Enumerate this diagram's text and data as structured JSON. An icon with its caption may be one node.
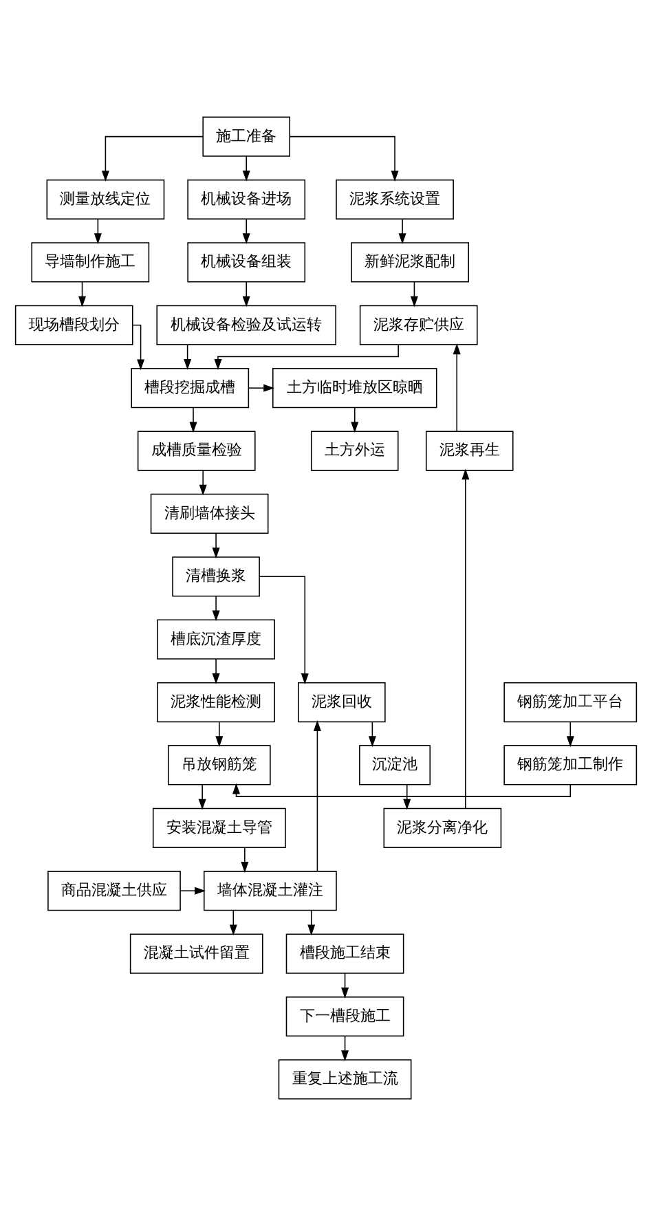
{
  "diagram": {
    "nodes": [
      {
        "text": [
          "施工准备"
        ]
      },
      {
        "text": [
          "机械设备进场"
        ]
      },
      {
        "text": [
          "测量放线定位"
        ]
      },
      {
        "text": [
          "泥浆系统设置"
        ]
      },
      {
        "text": [
          "机械设备组装"
        ]
      },
      {
        "text": [
          "导墙制作施工"
        ]
      },
      {
        "text": [
          "新鲜泥浆配制"
        ]
      },
      {
        "text": [
          "机械设备检验及试运转"
        ]
      },
      {
        "text": [
          "现场槽段划分"
        ]
      },
      {
        "text": [
          "泥浆存贮供应"
        ]
      },
      {
        "text": [
          "槽段挖掘成槽"
        ]
      },
      {
        "text": [
          "土方临时堆放区晾晒"
        ]
      },
      {
        "text": [
          "成槽质量检验"
        ]
      },
      {
        "text": [
          "土方外运"
        ]
      },
      {
        "text": [
          "清刷墙体接头"
        ]
      },
      {
        "text": [
          "清槽换浆"
        ]
      },
      {
        "text": [
          "泥浆再生"
        ]
      },
      {
        "text": [
          "泥浆分离净化"
        ]
      },
      {
        "text": [
          "槽底沉渣厚度"
        ]
      },
      {
        "text": [
          "沉淀池"
        ]
      },
      {
        "text": [
          "钢筋笼加工平台"
        ]
      },
      {
        "text": [
          "泥浆性能检测"
        ]
      },
      {
        "text": [
          "泥浆回收"
        ]
      },
      {
        "text": [
          "钢筋笼加工制作"
        ]
      },
      {
        "text": [
          "吊放钢筋笼"
        ]
      },
      {
        "text": [
          "安装混凝土导管"
        ]
      },
      {
        "text": [
          "商品混凝土供应"
        ]
      },
      {
        "text": [
          "墙体混凝土灌注"
        ]
      },
      {
        "text": [
          "混凝土试件留置"
        ]
      },
      {
        "text": [
          "槽段施工结束"
        ]
      },
      {
        "text": [
          "下一槽段施工"
        ]
      },
      {
        "text": [
          "重复上述施工流"
        ]
      }
    ],
    "edges": [
      {
        "from": 0,
        "to": 1,
        "arrow": "to"
      },
      {
        "from": 0,
        "to": 2,
        "arrow": "to"
      },
      {
        "from": 0,
        "to": 3,
        "arrow": "to"
      },
      {
        "from": 1,
        "to": 4,
        "arrow": "to"
      },
      {
        "from": 2,
        "to": 5,
        "arrow": "to"
      },
      {
        "from": 3,
        "to": 6,
        "arrow": "to"
      },
      {
        "from": 4,
        "to": 7,
        "arrow": "to"
      },
      {
        "from": 5,
        "to": 8,
        "arrow": "to"
      },
      {
        "from": 6,
        "to": 9,
        "arrow": "to"
      },
      {
        "from": 7,
        "to": 10,
        "arrow": "to"
      },
      {
        "from": 8,
        "to": 10,
        "arrow": "to"
      },
      {
        "from": 9,
        "to": 10,
        "arrow": "to"
      },
      {
        "from": 10,
        "to": 11,
        "arrow": "to"
      },
      {
        "from": 10,
        "to": 12,
        "arrow": "to"
      },
      {
        "from": 11,
        "to": 13,
        "arrow": "to"
      },
      {
        "from": 12,
        "to": 14,
        "arrow": "to"
      },
      {
        "from": 14,
        "to": 15,
        "arrow": "to"
      },
      {
        "from": 15,
        "to": 18,
        "arrow": "to"
      },
      {
        "from": 15,
        "to": 22,
        "arrow": "to"
      },
      {
        "from": 16,
        "to": 9,
        "arrow": "to"
      },
      {
        "from": 17,
        "to": 16,
        "arrow": "to"
      },
      {
        "from": 19,
        "to": 17,
        "arrow": "to"
      },
      {
        "from": 22,
        "to": 19,
        "arrow": "to"
      },
      {
        "from": 18,
        "to": 21,
        "arrow": "to"
      },
      {
        "from": 20,
        "to": 23,
        "arrow": "to"
      },
      {
        "from": 21,
        "to": 24,
        "arrow": "to"
      },
      {
        "from": 23,
        "to": 24,
        "arrow": "to"
      },
      {
        "from": 24,
        "to": 25,
        "arrow": "to"
      },
      {
        "from": 25,
        "to": 27,
        "arrow": "to"
      },
      {
        "from": 26,
        "to": 27,
        "arrow": "to"
      },
      {
        "from": 27,
        "to": 22,
        "arrow": "to"
      },
      {
        "from": 27,
        "to": 28,
        "arrow": "to"
      },
      {
        "from": 27,
        "to": 29,
        "arrow": "to"
      },
      {
        "from": 29,
        "to": 30,
        "arrow": "to"
      },
      {
        "from": 30,
        "to": 31,
        "arrow": "to"
      }
    ]
  }
}
